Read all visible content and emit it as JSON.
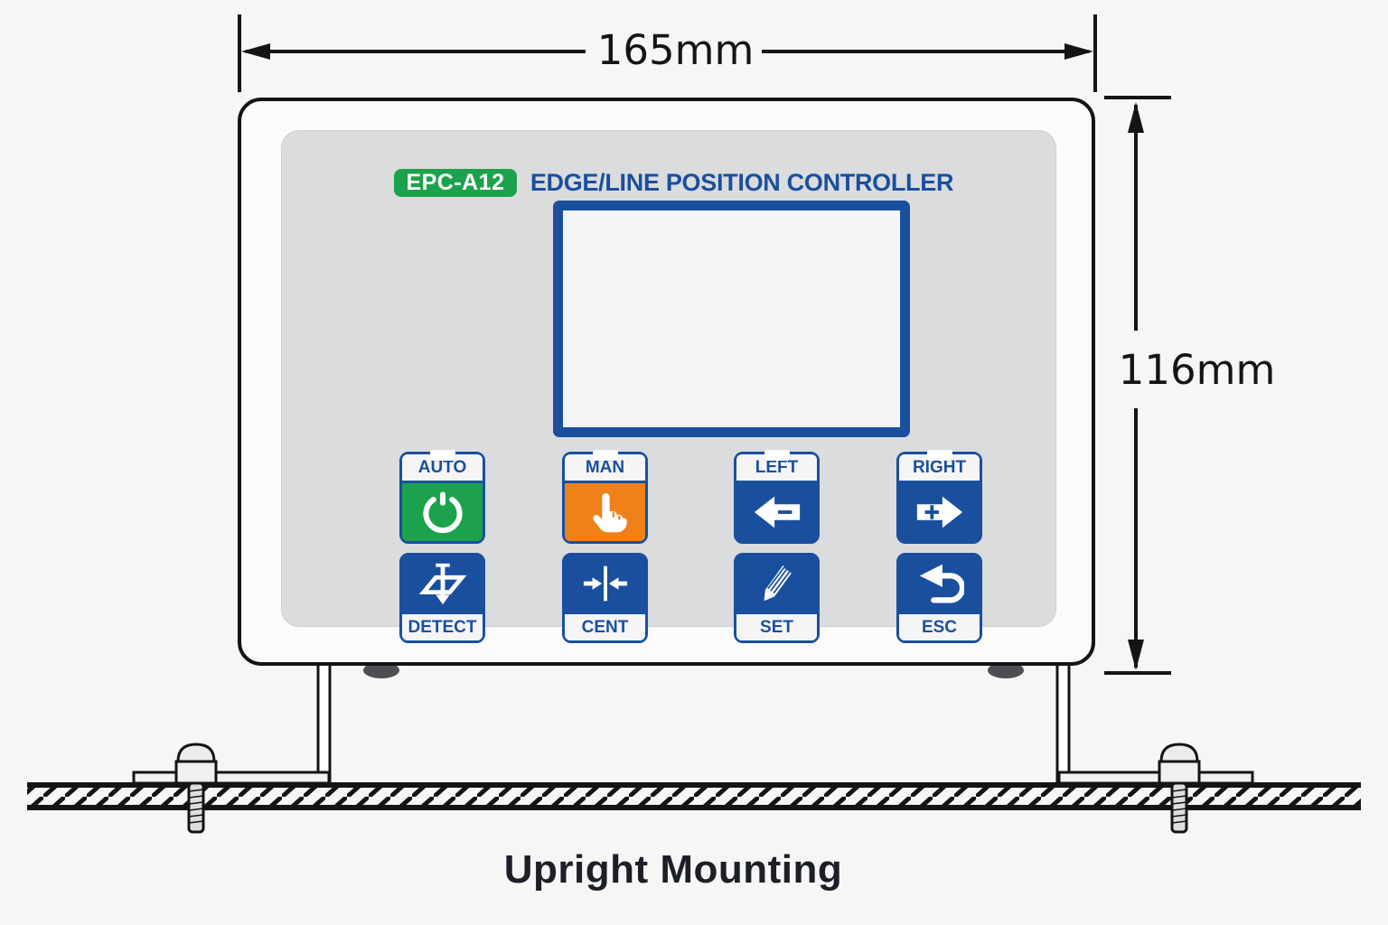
{
  "page": {
    "caption": "Upright Mounting",
    "background": "#f6f6f7"
  },
  "dimensions": {
    "width": "165mm",
    "height": "116mm"
  },
  "device": {
    "badge": "EPC-A12",
    "title": "EDGE/LINE POSITION CONTROLLER",
    "screen": "blank-display",
    "buttons": {
      "row1": [
        {
          "label": "AUTO",
          "icon": "power-icon",
          "icon_bg": "#1ca24c"
        },
        {
          "label": "MAN",
          "icon": "hand-point-icon",
          "icon_bg": "#f08119"
        },
        {
          "label": "LEFT",
          "icon": "arrow-left-minus-icon",
          "icon_bg": "#1a4f9e"
        },
        {
          "label": "RIGHT",
          "icon": "arrow-right-plus-icon",
          "icon_bg": "#1a4f9e"
        }
      ],
      "row2": [
        {
          "label": "DETECT",
          "icon": "web-detect-icon",
          "icon_bg": "#1a4f9e"
        },
        {
          "label": "CENT",
          "icon": "centering-icon",
          "icon_bg": "#1a4f9e"
        },
        {
          "label": "SET",
          "icon": "pencil-icon",
          "icon_bg": "#1a4f9e"
        },
        {
          "label": "ESC",
          "icon": "return-arrow-icon",
          "icon_bg": "#1a4f9e"
        }
      ]
    }
  },
  "colors": {
    "blue": "#1a4f9e",
    "green": "#1ca24c",
    "orange": "#f08119",
    "line": "#141414",
    "panel": "#dbdcde"
  }
}
